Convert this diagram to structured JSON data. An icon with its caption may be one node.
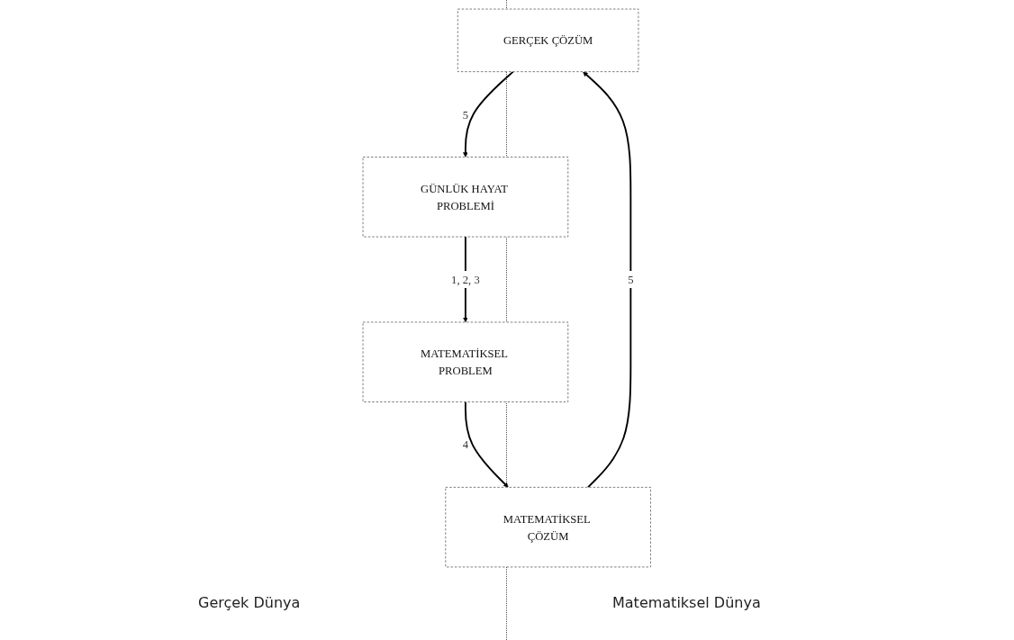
{
  "diagram": {
    "nodes": [
      {
        "text": [
          "GERÇEK ÇÖZÜM"
        ]
      },
      {
        "text": [
          "MATEMATİKSEL ÇÖZÜM"
        ]
      },
      {
        "text": [
          "GÜNLÜK HAYAT PROBLEMİ"
        ]
      },
      {
        "text": [
          "MATEMATİKSEL PROBLEM"
        ]
      }
    ],
    "edges": [
      {
        "from": 1,
        "to": 0,
        "arrow": "to",
        "label": "5"
      },
      {
        "from": 0,
        "to": 2,
        "arrow": "to",
        "label": "5"
      },
      {
        "from": 2,
        "to": 3,
        "arrow": "to",
        "label": "1, 2, 3"
      },
      {
        "from": 3,
        "to": 1,
        "arrow": "to",
        "label": "4"
      }
    ],
    "labels": [
      "Gerçek Dünya",
      "Matematiksel Dünya"
    ]
  }
}
